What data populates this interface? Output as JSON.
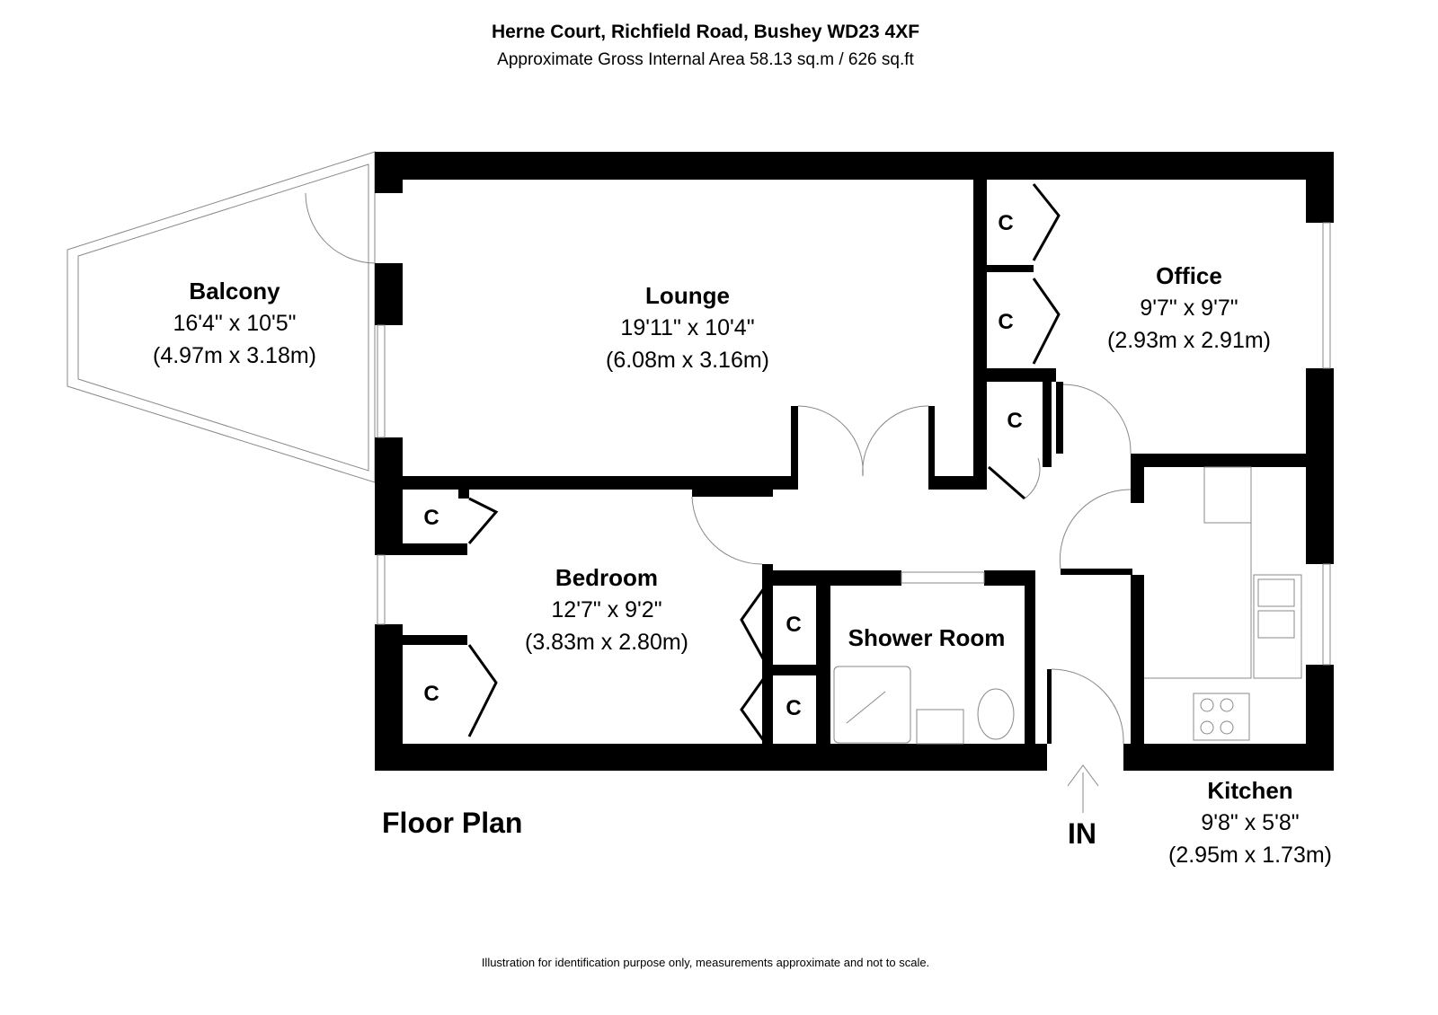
{
  "header": {
    "title": "Herne Court, Richfield Road, Bushey WD23 4XF",
    "subtitle": "Approximate Gross Internal Area 58.13 sq.m / 626 sq.ft"
  },
  "rooms": {
    "balcony": {
      "name": "Balcony",
      "imperial": "16'4\" x 10'5\"",
      "metric": "(4.97m x 3.18m)"
    },
    "lounge": {
      "name": "Lounge",
      "imperial": "19'11\" x 10'4\"",
      "metric": "(6.08m x 3.16m)"
    },
    "office": {
      "name": "Office",
      "imperial": "9'7\" x 9'7\"",
      "metric": "(2.93m x 2.91m)"
    },
    "bedroom": {
      "name": "Bedroom",
      "imperial": "12'7\" x 9'2\"",
      "metric": "(3.83m x 2.80m)"
    },
    "shower": {
      "name": "Shower Room"
    },
    "kitchen": {
      "name": "Kitchen",
      "imperial": "9'8\" x 5'8\"",
      "metric": "(2.95m x 1.73m)"
    }
  },
  "cupboard_label": "C",
  "floor_label": "Floor Plan",
  "entrance_label": "IN",
  "footer": "Illustration for identification purpose only, measurements approximate and not to scale.",
  "colors": {
    "wall": "#000000",
    "line": "#888888"
  }
}
